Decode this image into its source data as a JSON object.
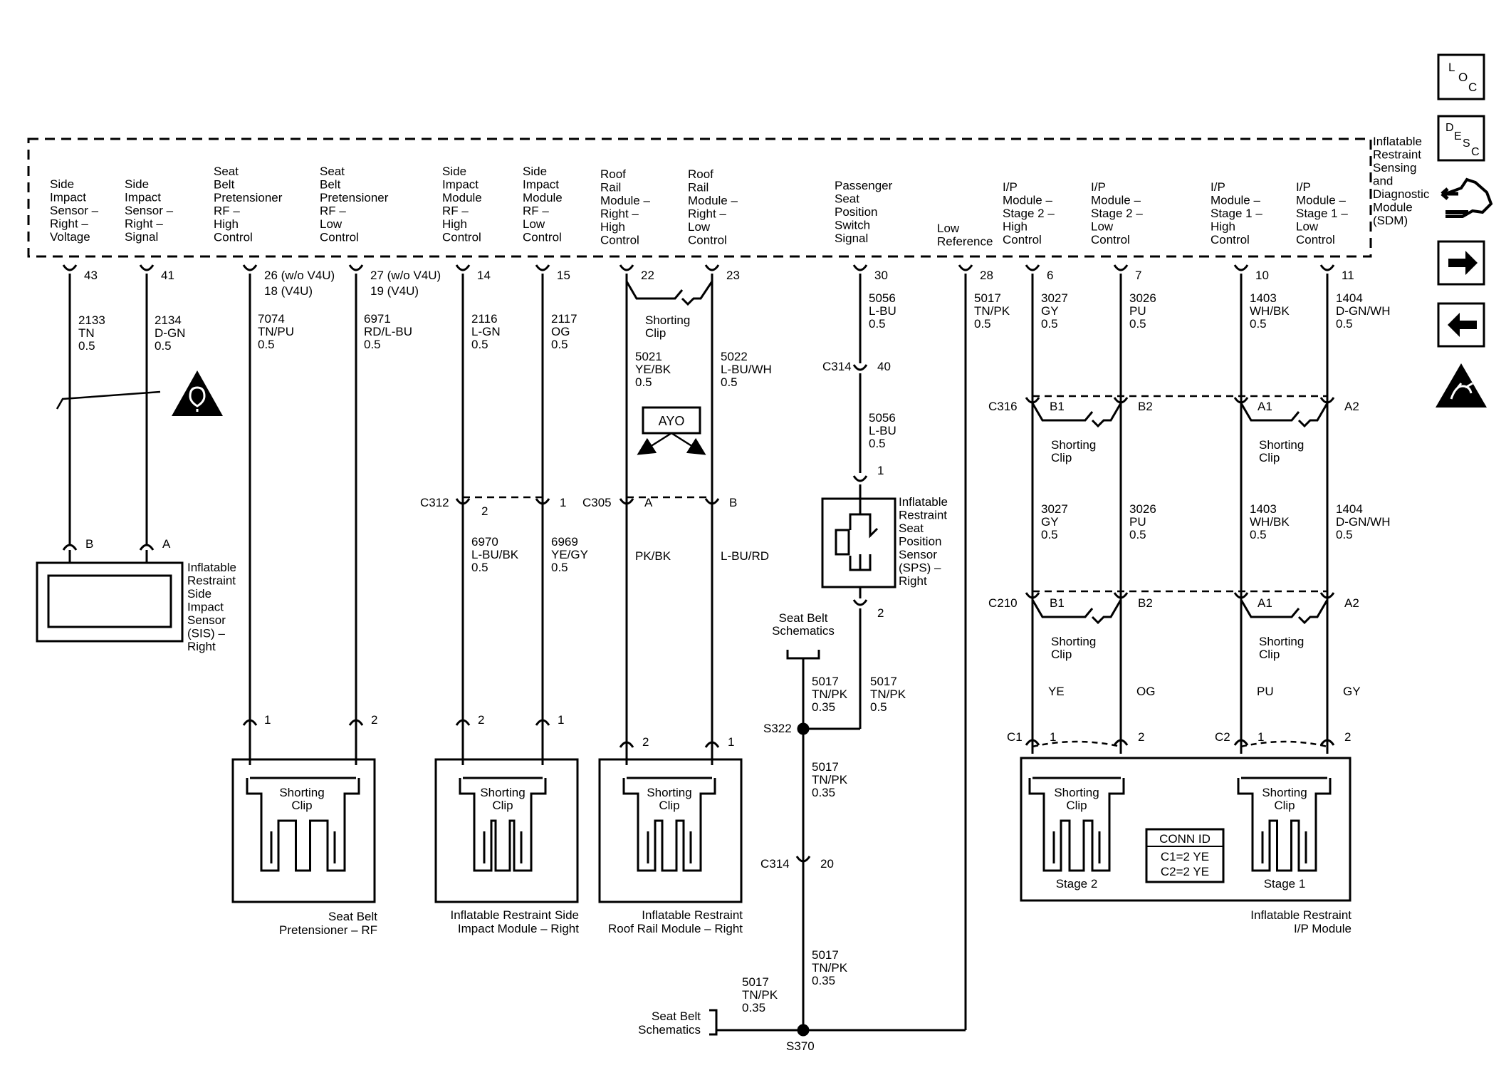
{
  "sdm": {
    "title": [
      "Inflatable",
      "Restraint",
      "Sensing",
      "and",
      "Diagnostic",
      "Module",
      "(SDM)"
    ],
    "terminals": [
      {
        "label": [
          "Side",
          "Impact",
          "Sensor –",
          "Right –",
          "Voltage"
        ],
        "pin": "43",
        "wire": [
          "2133",
          "TN",
          "0.5"
        ]
      },
      {
        "label": [
          "Side",
          "Impact",
          "Sensor –",
          "Right –",
          "Signal"
        ],
        "pin": "41",
        "wire": [
          "2134",
          "D-GN",
          "0.5"
        ]
      },
      {
        "label": [
          "Seat",
          "Belt",
          "Pretensioner",
          "RF –",
          "High",
          "Control"
        ],
        "pin": "26 (w/o V4U)",
        "pin2": "18 (V4U)",
        "wire": [
          "7074",
          "TN/PU",
          "0.5"
        ]
      },
      {
        "label": [
          "Seat",
          "Belt",
          "Pretensioner",
          "RF –",
          "Low",
          "Control"
        ],
        "pin": "27 (w/o V4U)",
        "pin2": "19 (V4U)",
        "wire": [
          "6971",
          "RD/L-BU",
          "0.5"
        ]
      },
      {
        "label": [
          "Side",
          "Impact",
          "Module",
          "RF –",
          "High",
          "Control"
        ],
        "pin": "14",
        "wire": [
          "2116",
          "L-GN",
          "0.5"
        ]
      },
      {
        "label": [
          "Side",
          "Impact",
          "Module",
          "RF –",
          "Low",
          "Control"
        ],
        "pin": "15",
        "wire": [
          "2117",
          "OG",
          "0.5"
        ]
      },
      {
        "label": [
          "Roof",
          "Rail",
          "Module –",
          "Right –",
          "High",
          "Control"
        ],
        "pin": "22",
        "wire": [
          "5021",
          "YE/BK",
          "0.5"
        ]
      },
      {
        "label": [
          "Roof",
          "Rail",
          "Module –",
          "Right –",
          "Low",
          "Control"
        ],
        "pin": "23",
        "wire": [
          "5022",
          "L-BU/WH",
          "0.5"
        ]
      },
      {
        "label": [
          "Passenger",
          "Seat",
          "Position",
          "Switch",
          "Signal"
        ],
        "pin": "30",
        "wire": [
          "5056",
          "L-BU",
          "0.5"
        ]
      },
      {
        "label": [
          "Low",
          "Reference"
        ],
        "pin": "28",
        "wire": [
          "5017",
          "TN/PK",
          "0.5"
        ]
      },
      {
        "label": [
          "I/P",
          "Module –",
          "Stage 2 –",
          "High",
          "Control"
        ],
        "pin": "6",
        "wire": [
          "3027",
          "GY",
          "0.5"
        ]
      },
      {
        "label": [
          "I/P",
          "Module –",
          "Stage 2 –",
          "Low",
          "Control"
        ],
        "pin": "7",
        "wire": [
          "3026",
          "PU",
          "0.5"
        ]
      },
      {
        "label": [
          "I/P",
          "Module –",
          "Stage 1 –",
          "High",
          "Control"
        ],
        "pin": "10",
        "wire": [
          "1403",
          "WH/BK",
          "0.5"
        ]
      },
      {
        "label": [
          "I/P",
          "Module –",
          "Stage 1 –",
          "Low",
          "Control"
        ],
        "pin": "11",
        "wire": [
          "1404",
          "D-GN/WH",
          "0.5"
        ]
      }
    ]
  },
  "shorting_clip": [
    "Shorting",
    "Clip"
  ],
  "sis": {
    "label": [
      "Inflatable",
      "Restraint",
      "Side",
      "Impact",
      "Sensor",
      "(SIS) –",
      "Right"
    ],
    "pins": [
      "B",
      "A"
    ]
  },
  "pretensioner": {
    "label": [
      "Seat Belt",
      "Pretensioner – RF"
    ],
    "pins": [
      "1",
      "2"
    ]
  },
  "side_impact_module": {
    "label": [
      "Inflatable Restraint Side",
      "Impact Module – Right"
    ],
    "pins": [
      "2",
      "1"
    ],
    "connector": "C312",
    "connector_pins": [
      "2",
      "1"
    ],
    "wires": [
      [
        "6970",
        "L-BU/BK",
        "0.5"
      ],
      [
        "6969",
        "YE/GY",
        "0.5"
      ]
    ]
  },
  "roof_rail_module": {
    "label": [
      "Inflatable Restraint",
      "Roof Rail Module – Right"
    ],
    "pins": [
      "2",
      "1"
    ],
    "connector": "C305",
    "connector_pins": [
      "A",
      "B"
    ],
    "wires": [
      [
        "PK/BK"
      ],
      [
        "L-BU/RD"
      ]
    ],
    "option_box": "AYO"
  },
  "sps": {
    "label": [
      "Inflatable",
      "Restraint",
      "Seat",
      "Position",
      "Sensor",
      "(SPS) –",
      "Right"
    ],
    "pin_top": "1",
    "pin_bottom": "2",
    "c314_top": {
      "name": "C314",
      "pin": "40"
    },
    "wire_mid": [
      "5056",
      "L-BU",
      "0.5"
    ]
  },
  "ground_path": {
    "seat_belt_ref": [
      "Seat Belt",
      "Schematics"
    ],
    "wire_left": [
      "5017",
      "TN/PK",
      "0.35"
    ],
    "wire_right": [
      "5017",
      "TN/PK",
      "0.5"
    ],
    "splice_1": "S322",
    "wire_mid": [
      "5017",
      "TN/PK",
      "0.35"
    ],
    "c314_bottom": {
      "name": "C314",
      "pin": "20"
    },
    "wire_low": [
      "5017",
      "TN/PK",
      "0.35"
    ],
    "wire_bottom_left": [
      "5017",
      "TN/PK",
      "0.35"
    ],
    "seat_belt_ref_bottom": [
      "Seat Belt",
      "Schematics"
    ],
    "splice_2": "S370"
  },
  "ip_module": {
    "connector_c316": {
      "name": "C316",
      "pins": [
        "B1",
        "B2",
        "A1",
        "A2"
      ]
    },
    "wires_mid": [
      [
        "3027",
        "GY",
        "0.5"
      ],
      [
        "3026",
        "PU",
        "0.5"
      ],
      [
        "1403",
        "WH/BK",
        "0.5"
      ],
      [
        "1404",
        "D-GN/WH",
        "0.5"
      ]
    ],
    "connector_c210": {
      "name": "C210",
      "pins": [
        "B1",
        "B2",
        "A1",
        "A2"
      ]
    },
    "wires_low": [
      "YE",
      "OG",
      "PU",
      "GY"
    ],
    "c1": {
      "name": "C1",
      "pins": [
        "1",
        "2"
      ]
    },
    "c2": {
      "name": "C2",
      "pins": [
        "1",
        "2"
      ]
    },
    "stages": [
      "Stage 2",
      "Stage 1"
    ],
    "conn_id": [
      "CONN ID",
      "C1=2 YE",
      "C2=2 YE"
    ],
    "label": [
      "Inflatable Restraint",
      "I/P Module"
    ]
  },
  "sidebar": {
    "loc": [
      "L",
      "O",
      "C"
    ],
    "desc": [
      "D",
      "E",
      "S",
      "C"
    ]
  }
}
